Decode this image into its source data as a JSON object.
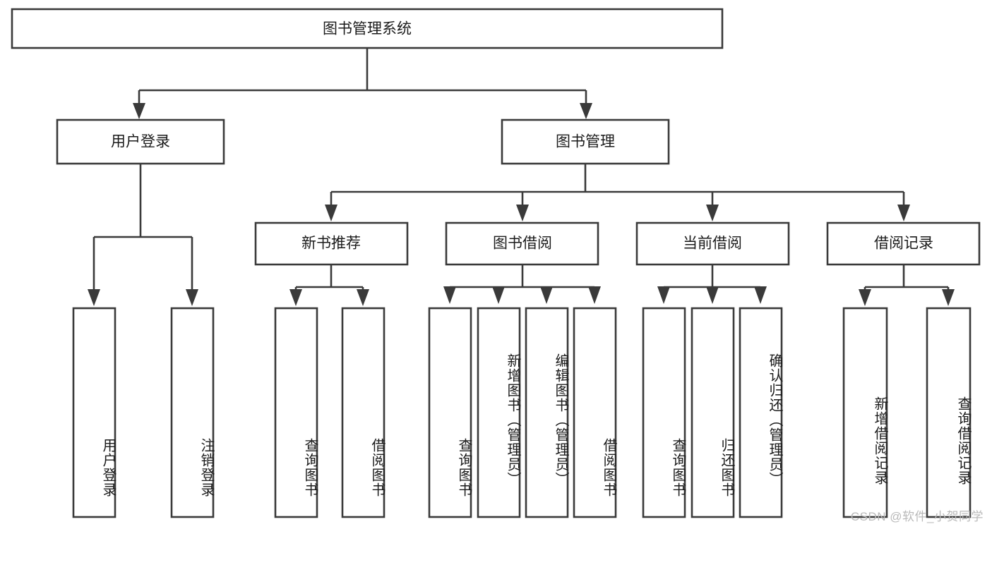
{
  "diagram": {
    "title": "图书管理系统",
    "type": "tree-hierarchy-diagram",
    "accent_color": "#3a3a3a",
    "background_color": "#ffffff"
  },
  "nodes": {
    "root": {
      "label": "图书管理系统"
    },
    "level2": [
      {
        "label": "用户登录"
      },
      {
        "label": "图书管理"
      }
    ],
    "level3": [
      {
        "label": "新书推荐"
      },
      {
        "label": "图书借阅"
      },
      {
        "label": "当前借阅"
      },
      {
        "label": "借阅记录"
      }
    ],
    "leaves_user_login": [
      {
        "label": "用户登录"
      },
      {
        "label": "注销登录"
      }
    ],
    "leaves_new_book": [
      {
        "label": "查询图书"
      },
      {
        "label": "借阅图书"
      }
    ],
    "leaves_borrow": [
      {
        "label": "查询图书"
      },
      {
        "label": "新增图书（管理员）"
      },
      {
        "label": "编辑图书（管理员）"
      },
      {
        "label": "借阅图书"
      }
    ],
    "leaves_current": [
      {
        "label": "查询图书"
      },
      {
        "label": "归还图书"
      },
      {
        "label": "确认归还（管理员）"
      }
    ],
    "leaves_records": [
      {
        "label": "新增借阅记录"
      },
      {
        "label": "查询借阅记录"
      }
    ]
  },
  "watermark": {
    "text": "CSDN @软件_小贺同学"
  }
}
